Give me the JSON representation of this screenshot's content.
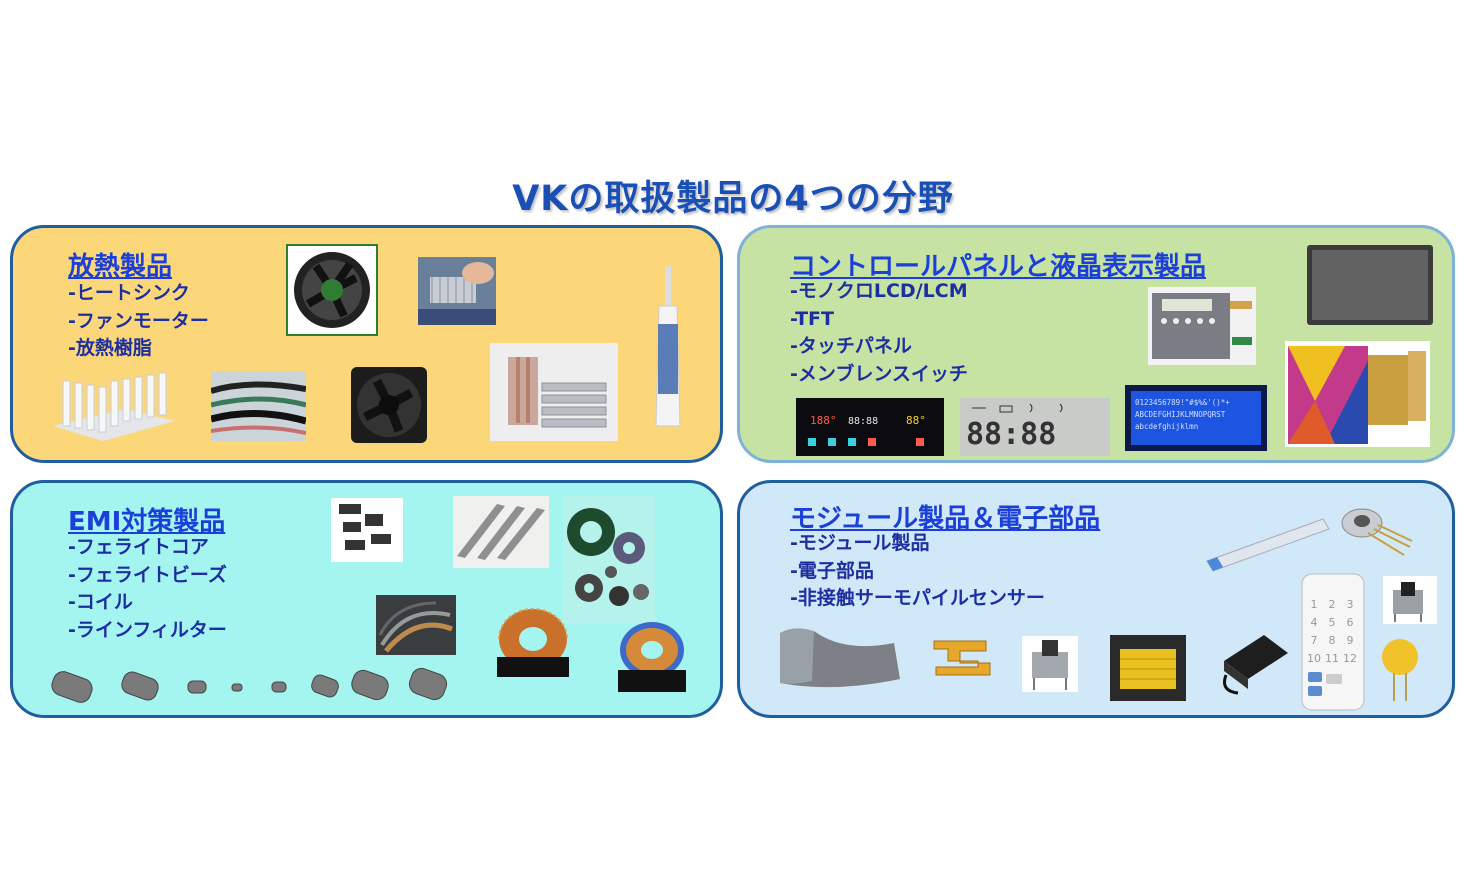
{
  "title": "VKの取扱製品の4つの分野",
  "panels": {
    "heat": {
      "heading": "放熱製品",
      "items": [
        "-ヒートシンク",
        "-ファンモーター",
        "-放熱樹脂"
      ]
    },
    "display": {
      "heading": "コントロールパネルと液晶表示製品",
      "items": [
        "-モノクロLCD/LCM",
        "-TFT",
        "-タッチパネル",
        "-メンブレンスイッチ"
      ],
      "lcd_digits": "88:88",
      "lcd_rows": [
        "0123456789!\"#$%&'()*+",
        "ABCDEFGHIJKLMNOPQRST",
        "abcdefghijklmn"
      ]
    },
    "emi": {
      "heading": "EMI対策製品",
      "items": [
        "-フェライトコア",
        "-フェライトビーズ",
        "-コイル",
        "-ラインフィルター"
      ]
    },
    "module": {
      "heading": "モジュール製品＆電子部品",
      "items": [
        "-モジュール製品",
        "-電子部品",
        "-非接触サーモパイルセンサー"
      ],
      "keypad": [
        "1",
        "2",
        "3",
        "4",
        "5",
        "6",
        "7",
        "8",
        "9",
        "10",
        "11",
        "12"
      ]
    }
  },
  "colors": {
    "title": "#1a4fb5",
    "heat_bg": "#fbd77a",
    "display_bg": "#c6e3a4",
    "emi_bg": "#a4f5ef",
    "module_bg": "#d0e8f8"
  }
}
